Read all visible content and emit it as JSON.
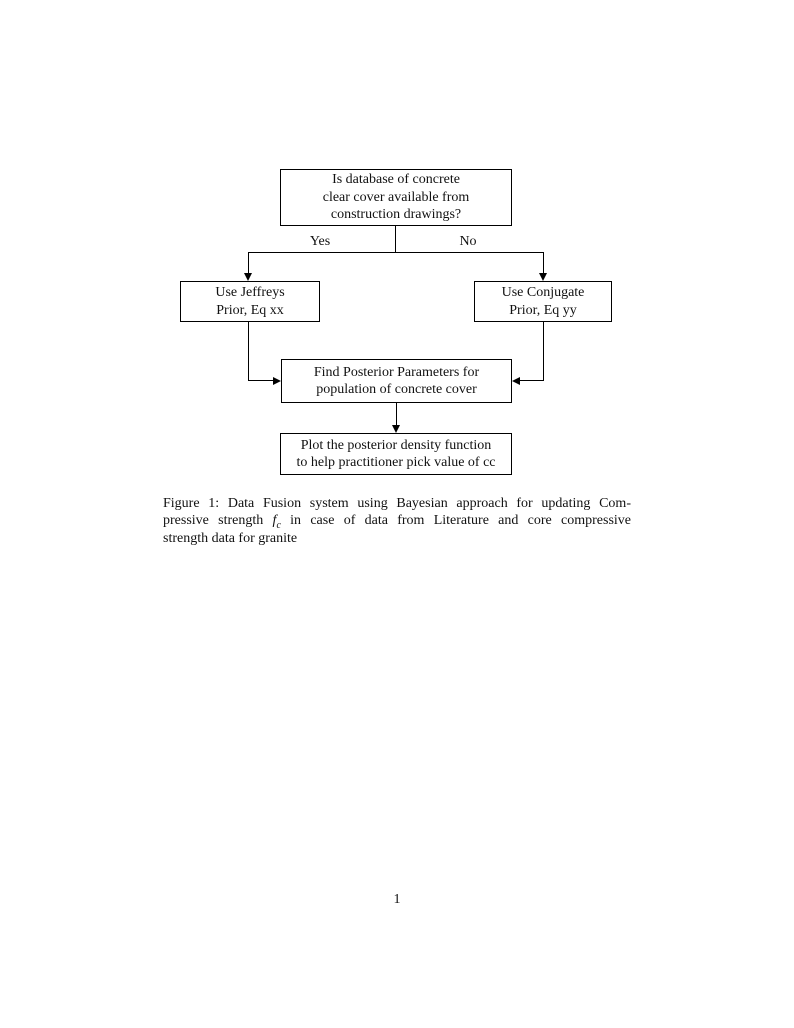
{
  "page": {
    "number": "1"
  },
  "flowchart": {
    "nodes": {
      "decision": {
        "line1": "Is database of concrete",
        "line2": "clear cover available from",
        "line3": "construction drawings?"
      },
      "jeffreys": {
        "line1": "Use Jeffreys",
        "line2": "Prior, Eq xx"
      },
      "conjugate": {
        "line1": "Use Conjugate",
        "line2": "Prior, Eq yy"
      },
      "posterior": {
        "line1": "Find Posterior Parameters for",
        "line2": "population of concrete cover"
      },
      "plot": {
        "line1": "Plot the posterior density function",
        "line2": "to help practitioner pick value of cc"
      }
    },
    "edge_labels": {
      "yes": "Yes",
      "no": "No"
    }
  },
  "caption": {
    "line1": "Figure 1: Data Fusion system using Bayesian approach for updating Com-",
    "line2_pre": "pressive strength",
    "math_variable": "f",
    "math_subscript": "c",
    "line2_post": "in case of data from Literature and core compressive",
    "line3": "strength data for granite"
  },
  "colors": {
    "ink": "#111111",
    "line": "#000000",
    "page_background": "#ffffff"
  }
}
